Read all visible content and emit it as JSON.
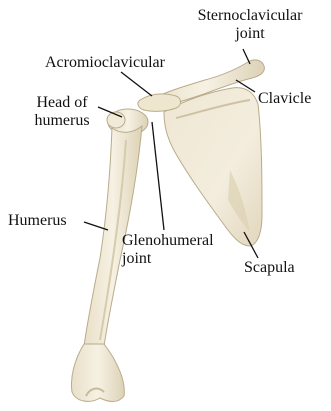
{
  "labels": {
    "sternoclavicular": [
      "Sternoclavicular",
      "joint"
    ],
    "acromioclavicular": "Acromioclavicular",
    "head_of_humerus": [
      "Head of",
      "humerus"
    ],
    "clavicle": "Clavicle",
    "humerus": "Humerus",
    "glenohumeral": [
      "Glenohumeral",
      "joint"
    ],
    "scapula": "Scapula"
  },
  "colors": {
    "bone": "#f1ead8",
    "bone_shadow": "#d8cdb1",
    "bone_outline": "#b9ab8a",
    "leader": "#111111"
  }
}
